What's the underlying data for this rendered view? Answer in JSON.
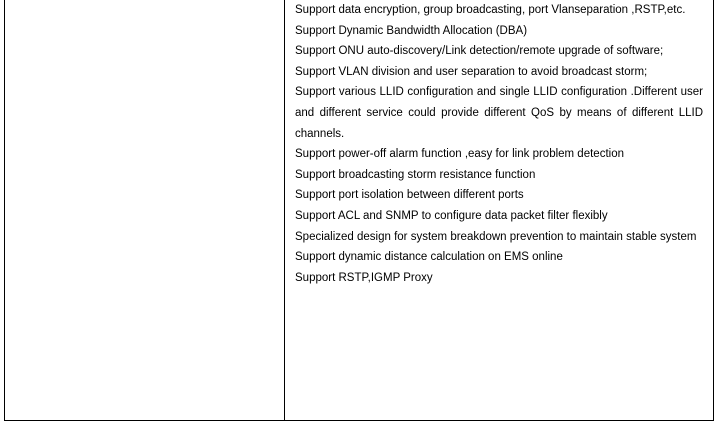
{
  "features": [
    "Support data encryption, group broadcasting, port Vlanseparation ,RSTP,etc.",
    "Support Dynamic Bandwidth Allocation (DBA)",
    "Support ONU auto-discovery/Link detection/remote upgrade of software;",
    "Support VLAN division and user separation to avoid broadcast storm;",
    "Support various LLID configuration and single LLID configuration .Different user and different service could provide different QoS by means of different LLID channels.",
    "Support power-off alarm function ,easy for link problem detection",
    "Support broadcasting storm resistance function",
    "Support port isolation between different ports",
    "Support ACL and SNMP to configure data packet filter flexibly",
    "Specialized design for system breakdown prevention to maintain stable system",
    "Support dynamic distance calculation on EMS online",
    "Support RSTP,IGMP Proxy"
  ]
}
